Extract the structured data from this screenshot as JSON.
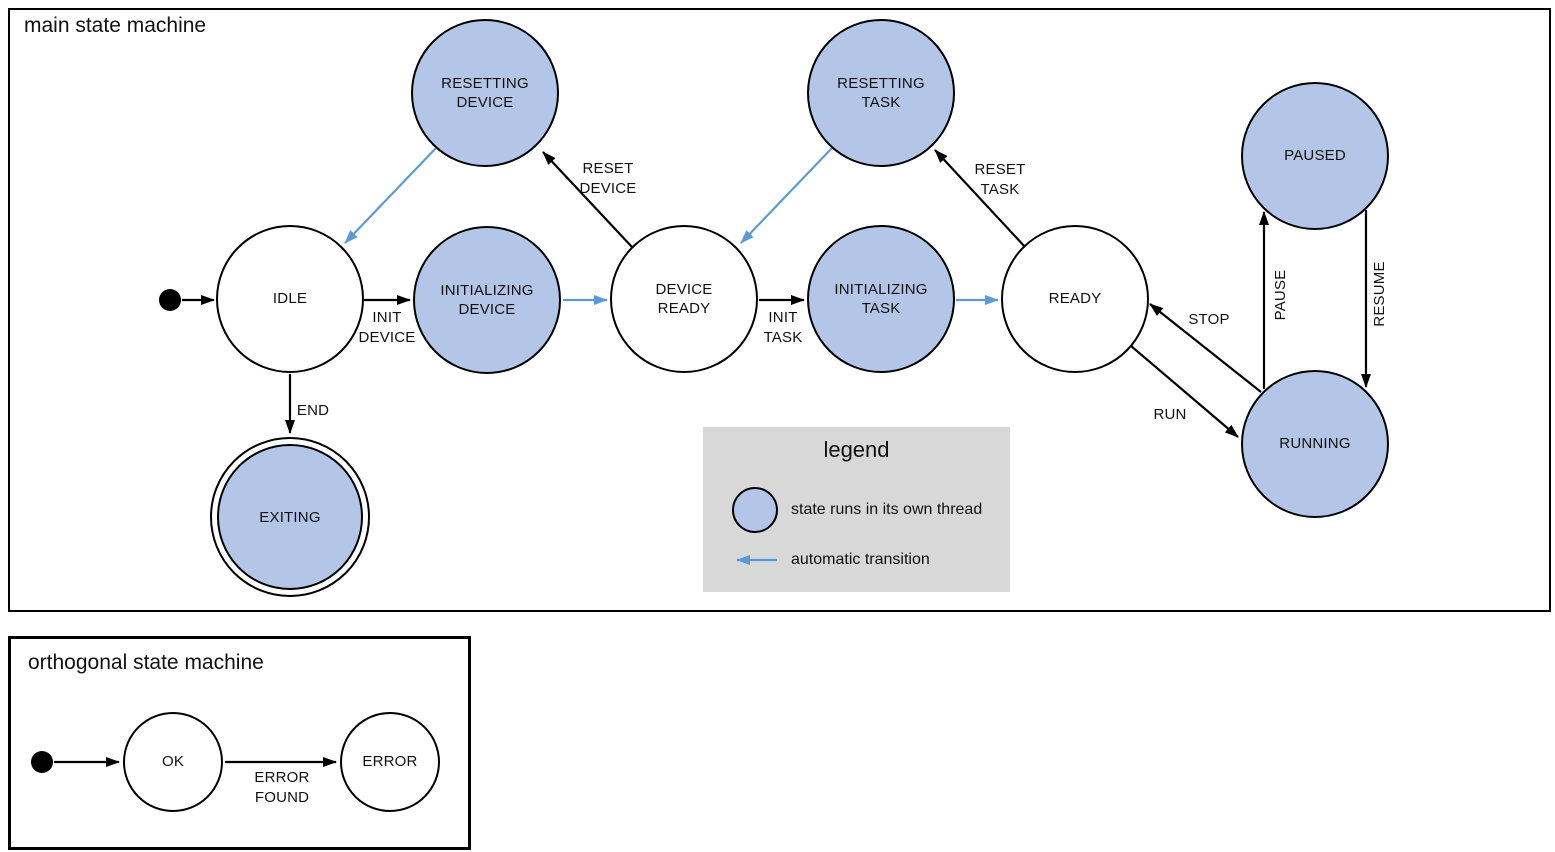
{
  "colors": {
    "threaded_state_fill": "#b3c6e7",
    "state_stroke": "#000000",
    "transition_line": "#000000",
    "auto_transition_arrow": "#5b9bd5",
    "legend_background": "#d8d8d8"
  },
  "main_machine": {
    "title": "main state machine",
    "states": {
      "idle": {
        "label": "IDLE",
        "threaded": false
      },
      "initializing_device": {
        "label": "INITIALIZING\nDEVICE",
        "threaded": true
      },
      "resetting_device": {
        "label": "RESETTING\nDEVICE",
        "threaded": true
      },
      "device_ready": {
        "label": "DEVICE\nREADY",
        "threaded": false
      },
      "initializing_task": {
        "label": "INITIALIZING\nTASK",
        "threaded": true
      },
      "resetting_task": {
        "label": "RESETTING\nTASK",
        "threaded": true
      },
      "ready": {
        "label": "READY",
        "threaded": false
      },
      "paused": {
        "label": "PAUSED",
        "threaded": true
      },
      "running": {
        "label": "RUNNING",
        "threaded": true
      },
      "exiting": {
        "label": "EXITING",
        "threaded": true,
        "final": true
      }
    },
    "transitions": {
      "init_device": {
        "label": "INIT\nDEVICE"
      },
      "reset_device": {
        "label": "RESET\nDEVICE"
      },
      "init_task": {
        "label": "INIT\nTASK"
      },
      "reset_task": {
        "label": "RESET\nTASK"
      },
      "end": {
        "label": "END"
      },
      "run": {
        "label": "RUN"
      },
      "stop": {
        "label": "STOP"
      },
      "pause": {
        "label": "PAUSE"
      },
      "resume": {
        "label": "RESUME"
      }
    }
  },
  "legend": {
    "title": "legend",
    "threaded_item": {
      "label": "state runs in its own thread"
    },
    "auto_item": {
      "label": "automatic transition"
    }
  },
  "orthogonal_machine": {
    "title": "orthogonal state machine",
    "states": {
      "ok": {
        "label": "OK"
      },
      "error": {
        "label": "ERROR"
      }
    },
    "transitions": {
      "error_found": {
        "label": "ERROR\nFOUND"
      }
    }
  }
}
